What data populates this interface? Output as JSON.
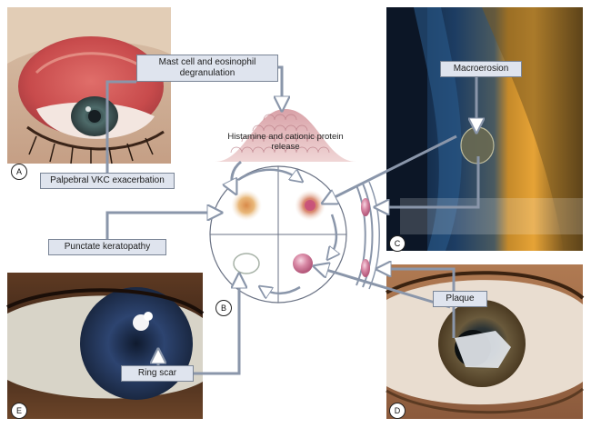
{
  "labels": {
    "mast_cell": "Mast cell and eosinophil degranulation",
    "histamine": "Histamine and cationic protein release",
    "palpebral": "Palpebral VKC exacerbation",
    "macroerosion": "Macroerosion",
    "punctate": "Punctate keratopathy",
    "plaque": "Plaque",
    "ring_scar": "Ring scar"
  },
  "panel_letters": {
    "a": "A",
    "b": "B",
    "c": "C",
    "d": "D",
    "e": "E"
  },
  "colors": {
    "label_fill": "#dfe4ee",
    "label_border": "#7a8596",
    "arrow": "#8a96aa",
    "lesion_pink": "#c8507a",
    "tissue_pink": "#e8a7a2"
  }
}
